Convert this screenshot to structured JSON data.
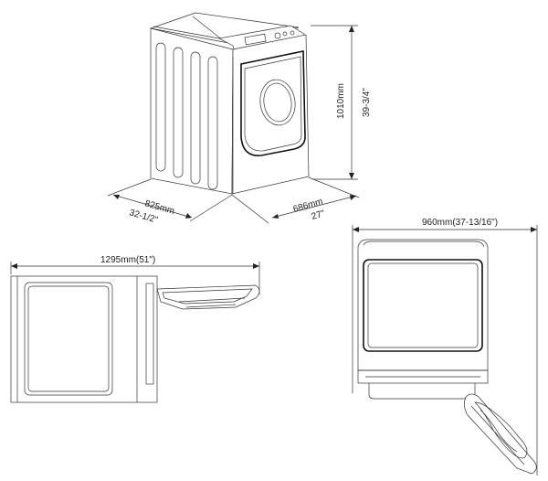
{
  "dimensions": {
    "width": "825mm",
    "width_in": "32-1/2\"",
    "depth": "686mm",
    "depth_in": "27\"",
    "height": "1010mm",
    "height_in": "39-3/4\"",
    "side_span": "1295mm(51\")",
    "top_span": "960mm(37-13/16\")"
  }
}
